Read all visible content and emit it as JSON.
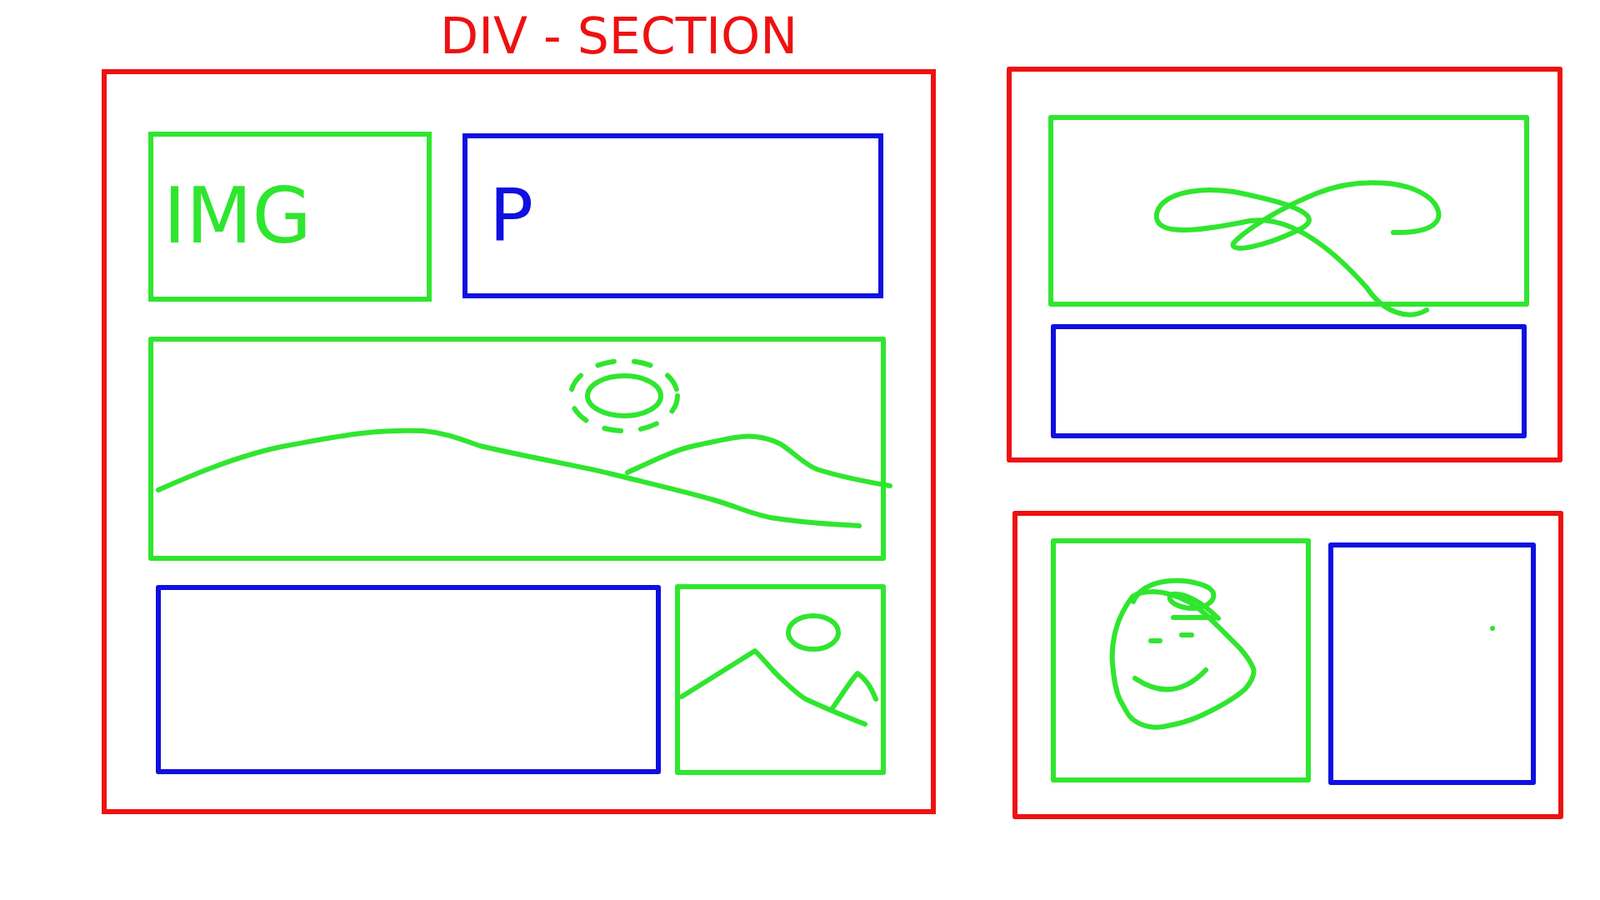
{
  "diagram": {
    "nodes": [
      {
        "text": [
          "DIV - SECTION"
        ]
      },
      {
        "text": [
          "IMG"
        ],
        "in": 0
      },
      {
        "text": [
          "P"
        ],
        "in": 0
      }
    ]
  }
}
